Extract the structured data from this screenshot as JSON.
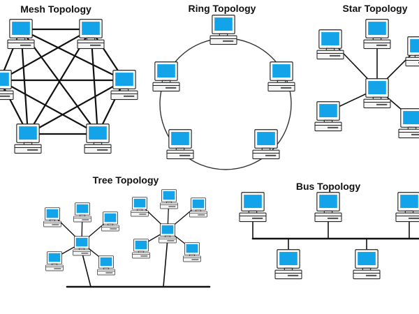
{
  "titles": {
    "mesh": "Mesh Topology",
    "ring": "Ring Topology",
    "star": "Star Topology",
    "tree": "Tree Topology",
    "bus": "Bus Topology"
  },
  "colors": {
    "screen": "#12a3e8",
    "cable": "#111111",
    "ring": "#333333",
    "title": "#111111"
  },
  "icons": {
    "node": "computer-icon"
  }
}
